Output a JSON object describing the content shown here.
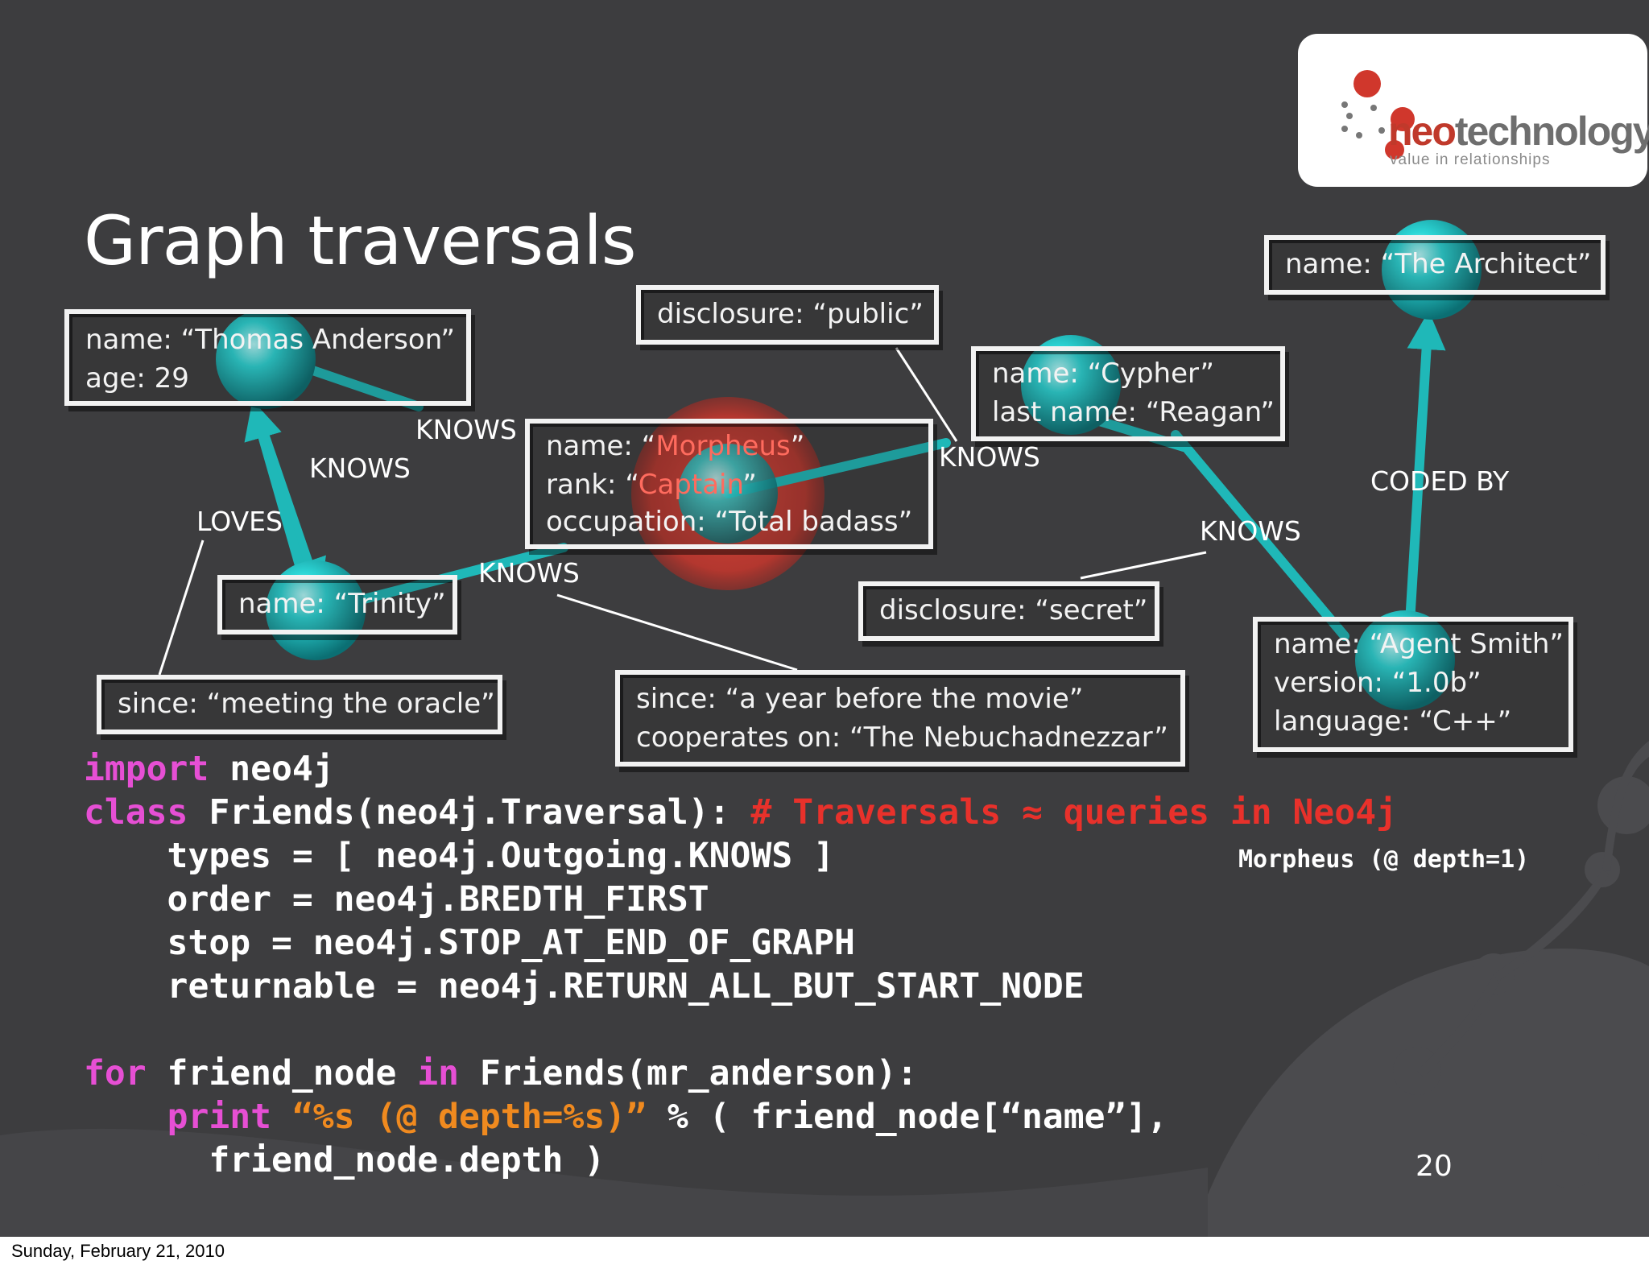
{
  "slide": {
    "title": "Graph traversals",
    "page_number": "20",
    "footer_date": "Sunday, February 21, 2010",
    "logo": {
      "word_neo": "neo",
      "word_tech": "technology",
      "tagline": "value in relationships"
    },
    "colors": {
      "background": "#3d3d3f",
      "node": "#20c7c7",
      "highlight": "#d0372c",
      "keyword": "#e64fd4",
      "comment": "#e8312b",
      "string": "#f08a1f"
    }
  },
  "nodes": {
    "thomas": {
      "line1": "name: “Thomas Anderson”",
      "line2": "age: 29"
    },
    "morpheus": {
      "l1_key": "name: “",
      "l1_val": "Morpheus",
      "l1_end": "”",
      "l2_key": "rank: “",
      "l2_val": "Captain",
      "l2_end": "”",
      "line3": "occupation: “Total badass”"
    },
    "trinity": {
      "line1": "name: “Trinity”"
    },
    "cypher": {
      "line1": "name: “Cypher”",
      "line2": "last name: “Reagan”"
    },
    "architect": {
      "line1": "name: “The Architect”"
    },
    "smith": {
      "line1": "name: “Agent Smith”",
      "line2": "version: “1.0b”",
      "line3": "language: “C++”"
    }
  },
  "edge_props": {
    "public": {
      "line1": "disclosure: “public”"
    },
    "secret": {
      "line1": "disclosure: “secret”"
    },
    "oracle": {
      "line1": "since: “meeting the oracle”"
    },
    "movie": {
      "line1": "since: “a year before the movie”",
      "line2": "cooperates on: “The Nebuchadnezzar”"
    }
  },
  "relationships": {
    "knows_thomas_morpheus": "KNOWS",
    "knows_thomas_trinity": "KNOWS",
    "loves": "LOVES",
    "knows_trinity_morpheus": "KNOWS",
    "knows_morpheus_cypher": "KNOWS",
    "knows_cypher_smith": "KNOWS",
    "coded_by": "CODED BY"
  },
  "code": {
    "l1_kw": "import",
    "l1_rest": " neo4j",
    "l2_kw": "class",
    "l2_rest": " Friends(neo4j.Traversal): ",
    "l2_comment": "# Traversals ≈ queries in Neo4j",
    "l3": "    types = [ neo4j.Outgoing.KNOWS ]",
    "l4": "    order = neo4j.BREDTH_FIRST",
    "l5": "    stop = neo4j.STOP_AT_END_OF_GRAPH",
    "l6": "    returnable = neo4j.RETURN_ALL_BUT_START_NODE",
    "l8_kw1": "for",
    "l8_mid": " friend_node ",
    "l8_kw2": "in",
    "l8_rest": " Friends(mr_anderson):",
    "l9_indent": "    ",
    "l9_kw": "print",
    "l9_str": " “%s (@ depth=%s)”",
    "l9_rest": " % ( friend_node[“name”],",
    "l10": "      friend_node.depth )"
  },
  "output": {
    "line1": "Morpheus (@ depth=1)"
  }
}
